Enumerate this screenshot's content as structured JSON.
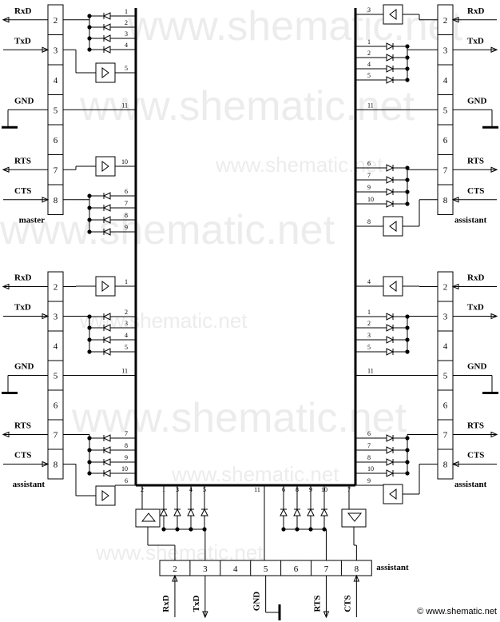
{
  "watermark": {
    "large": "www.shematic.net",
    "small": "www.shematic.net"
  },
  "footer": {
    "copyright": "© www.shematic.net"
  },
  "signals": {
    "rxd": "RxD",
    "txd": "TxD",
    "gnd": "GND",
    "rts": "RTS",
    "cts": "CTS"
  },
  "connectors": {
    "pins": [
      "2",
      "3",
      "4",
      "5",
      "6",
      "7",
      "8"
    ],
    "master_label": "master",
    "assistant_label": "assistant"
  },
  "bus_numbers": [
    "1",
    "2",
    "3",
    "4",
    "5",
    "6",
    "7",
    "8",
    "9",
    "10",
    "11"
  ]
}
